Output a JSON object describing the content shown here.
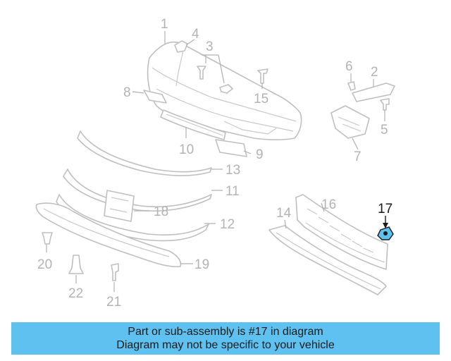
{
  "diagram": {
    "callouts": {
      "c1": "1",
      "c2": "2",
      "c3": "3",
      "c4": "4",
      "c5": "5",
      "c6": "6",
      "c7": "7",
      "c8": "8",
      "c9": "9",
      "c10": "10",
      "c11": "11",
      "c12": "12",
      "c13": "13",
      "c14": "14",
      "c15": "15",
      "c16": "16",
      "c17": "17",
      "c18": "18",
      "c19": "19",
      "c20": "20",
      "c21": "21",
      "c22": "22"
    },
    "highlighted_part": "17",
    "highlight_color": "#5ec1f0"
  },
  "banner": {
    "line1": "Part or sub-assembly is #17 in diagram",
    "line2": "Diagram may not be specific to your vehicle",
    "background": "#5ec1f0"
  }
}
